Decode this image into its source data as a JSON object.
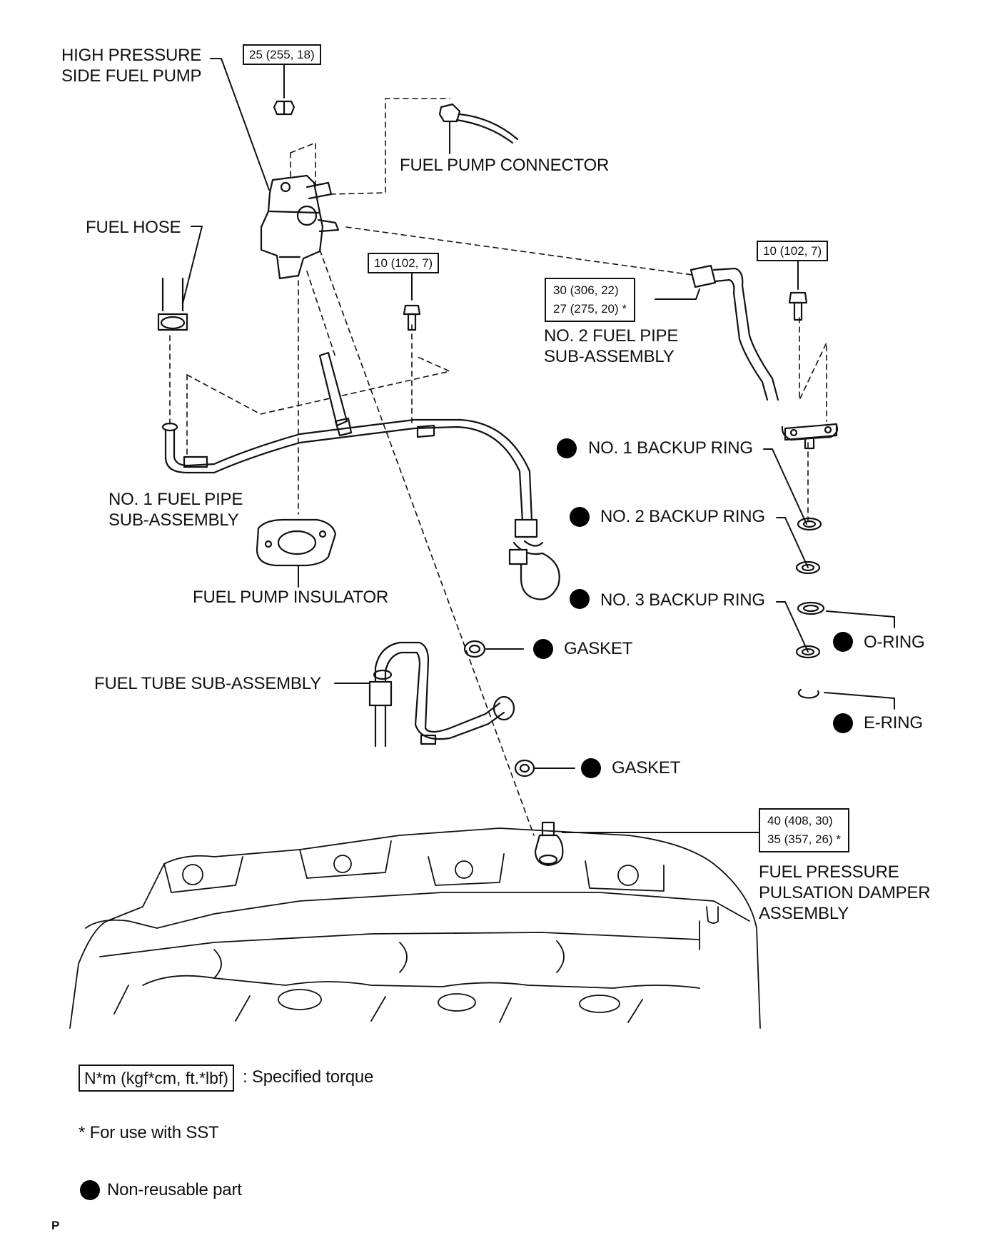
{
  "labels": {
    "hp_pump": "HIGH PRESSURE\nSIDE FUEL PUMP",
    "connector": "FUEL PUMP CONNECTOR",
    "fuel_hose": "FUEL HOSE",
    "no2_pipe": "NO. 2 FUEL PIPE\nSUB-ASSEMBLY",
    "no1_pipe": "NO. 1 FUEL PIPE\nSUB-ASSEMBLY",
    "insulator": "FUEL PUMP INSULATOR",
    "fuel_tube": "FUEL TUBE SUB-ASSEMBLY",
    "backup1": "NO. 1 BACKUP RING",
    "backup2": "NO. 2 BACKUP RING",
    "backup3": "NO. 3 BACKUP RING",
    "oring": "O-RING",
    "ering": "E-RING",
    "gasket1": "GASKET",
    "gasket2": "GASKET",
    "damper": "FUEL PRESSURE\nPULSATION DAMPER\nASSEMBLY"
  },
  "torques": {
    "pump_nut": "25 (255, 18)",
    "pipe1_bolt": "10 (102, 7)",
    "pipe2_bolt": "10 (102, 7)",
    "pipe2_union_a": "30 (306, 22)",
    "pipe2_union_b": "27 (275, 20) *",
    "damper_a": "40 (408, 30)",
    "damper_b": "35 (357, 26) *"
  },
  "legend": {
    "torque_unit": "N*m (kgf*cm, ft.*lbf)",
    "torque_desc": ": Specified torque",
    "sst_note": "* For use with SST",
    "non_reusable": "Non-reusable part"
  },
  "footer_mark": "P"
}
